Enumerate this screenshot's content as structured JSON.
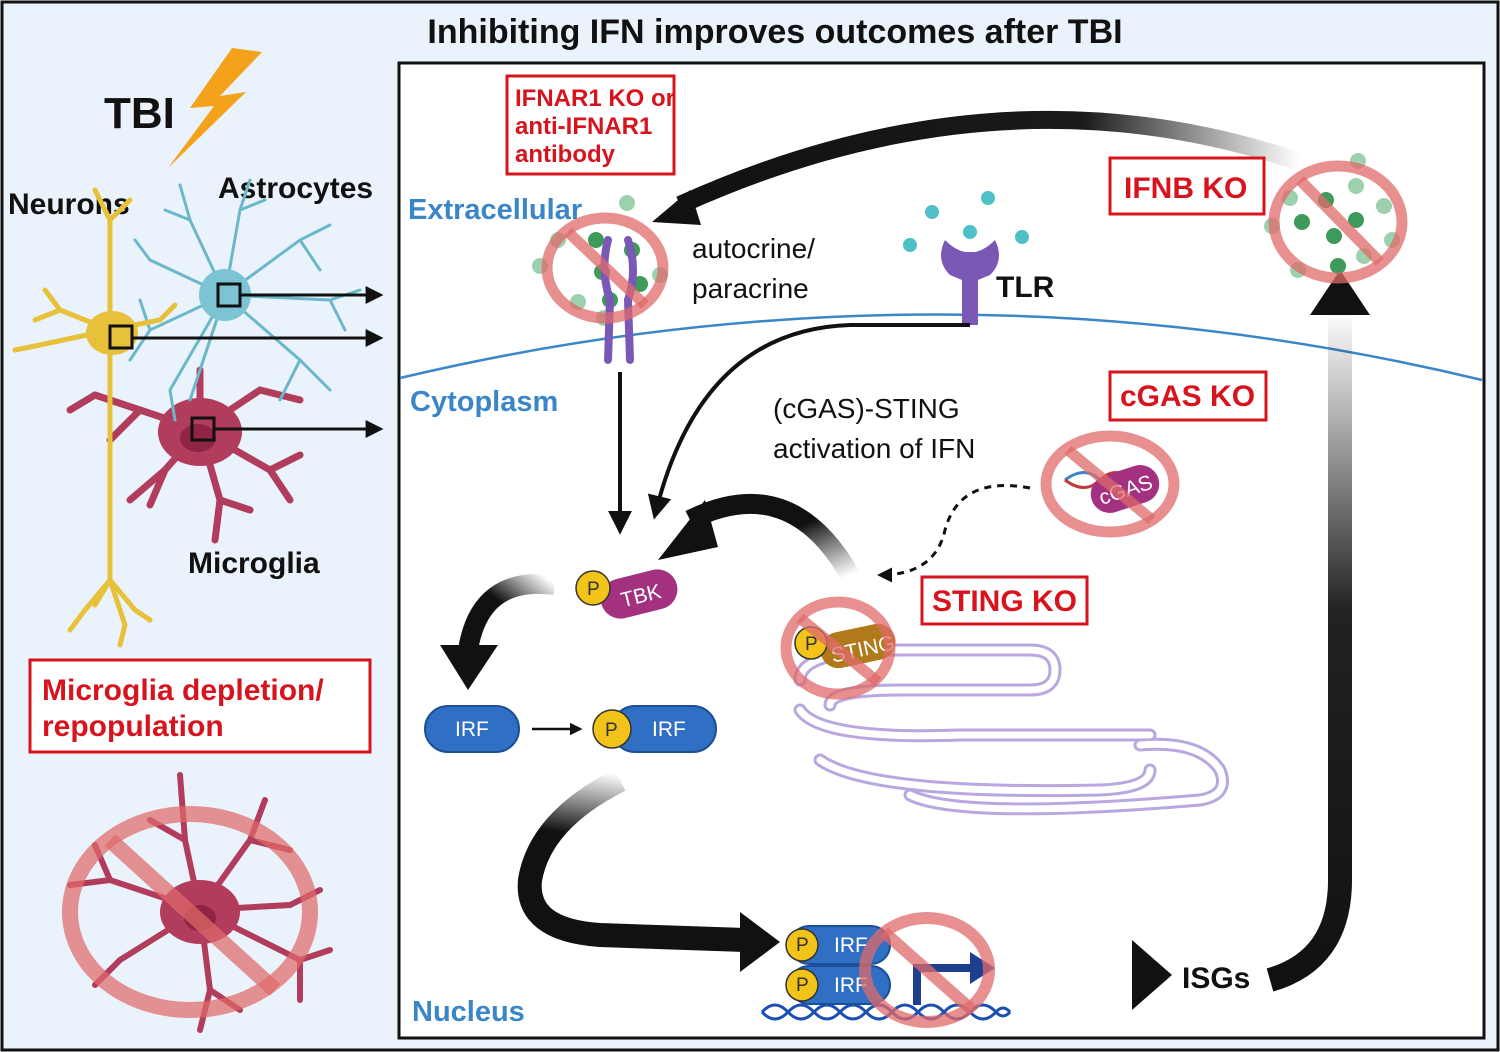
{
  "title": "Inhibiting IFN improves outcomes after TBI",
  "left_panel": {
    "tbi_label": "TBI",
    "neurons_label": "Neurons",
    "astrocytes_label": "Astrocytes",
    "microglia_label": "Microglia",
    "intervention": {
      "line1": "Microglia depletion/",
      "line2": "repopulation"
    }
  },
  "compartments": {
    "extracellular": "Extracellular",
    "cytoplasm": "Cytoplasm",
    "nucleus": "Nucleus"
  },
  "interventions": {
    "ifnar1": {
      "line1": "IFNAR1 KO or",
      "line2": "anti-IFNAR1",
      "line3": "antibody"
    },
    "ifnb": "IFNB KO",
    "cgas": "cGAS KO",
    "sting": "STING KO"
  },
  "labels": {
    "autocrine": "autocrine/",
    "paracrine": "paracrine",
    "tlr": "TLR",
    "cgas_sting_line1": "(cGAS)-STING",
    "cgas_sting_line2": "activation of IFN",
    "isgs": "ISGs"
  },
  "proteins": {
    "tbk": "TBK",
    "irf": "IRF",
    "sting": "STING",
    "cgas": "cGAS",
    "phospho": "P"
  },
  "colors": {
    "intervention_red": "#d7141e",
    "compartment_blue": "#3a86c8",
    "panel_bg": "#eaf2fb",
    "irf_blue": "#2f6fc4",
    "tbk_magenta": "#a3317f",
    "sting_brown": "#b07a1a",
    "er_lavender": "#b9a7df",
    "neuron_yellow": "#e8c13a",
    "astrocyte_cyan": "#6ab8c9",
    "microglia_red": "#b13c5c",
    "ifn_green": "#3e9a5b",
    "ban_red": "#e06a6a"
  }
}
